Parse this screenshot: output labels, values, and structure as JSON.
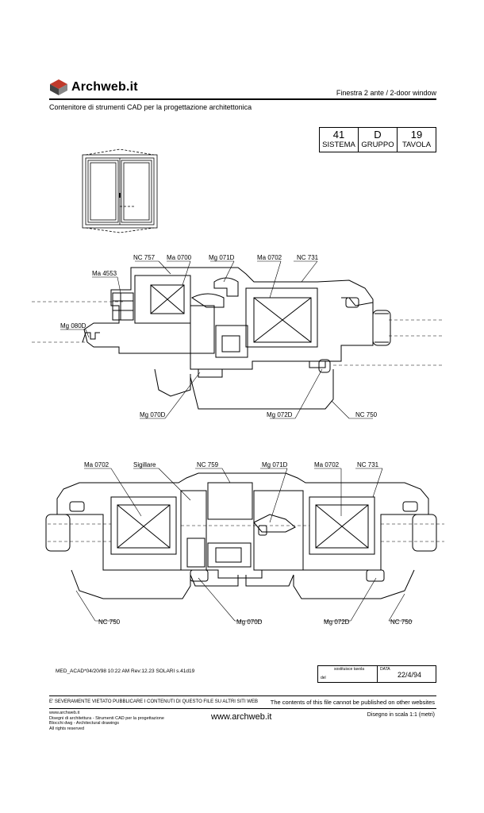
{
  "header": {
    "brand": "Archweb.it",
    "title": "Finestra 2 ante  /  2-door window",
    "subtitle": "Contenitore di strumenti CAD per la progettazione architettonica"
  },
  "reference": {
    "sistema": {
      "value": "41",
      "label": "SISTEMA"
    },
    "gruppo": {
      "value": "D",
      "label": "GRUPPO"
    },
    "tavola": {
      "value": "19",
      "label": "TAVOLA"
    }
  },
  "section1_labels": [
    "NC 757",
    "Ma 0700",
    "Mg 071D",
    "Ma 0702",
    "NC 731",
    "Ma 4553",
    "Mg 080D",
    "Mg 070D",
    "Mg 072D",
    "NC 750"
  ],
  "section2_labels": [
    "Ma 0702",
    "Sigillare",
    "NC 759",
    "Mg 071D",
    "Ma 0702",
    "NC 731",
    "NC 750",
    "Mg 070D",
    "Mg 072D",
    "NC 750"
  ],
  "meta": "MED_ACAD*04/20/98 10:22 AM Rev:12.23  SOLARI s.41d19",
  "stamp": {
    "label1": "sostituisce tavola",
    "label2": "del",
    "label3": "DATA",
    "date": "22/4/94"
  },
  "footer": {
    "warning_it": "E' SEVERAMENTE VIETATO PUBBLICARE I CONTENUTI DI QUESTO FILE SU ALTRI SITI WEB",
    "warning_en": "The contents of this file cannot be published on other websites",
    "small_lines": [
      "www.archweb.it",
      "Disegni di architettura - Strumenti CAD  per la progettazione",
      "Blocchi dwg - Architectural drawings",
      "All rights reserved"
    ],
    "website": "www.archweb.it",
    "scale": "Disegno in scala 1:1 (metri)"
  }
}
